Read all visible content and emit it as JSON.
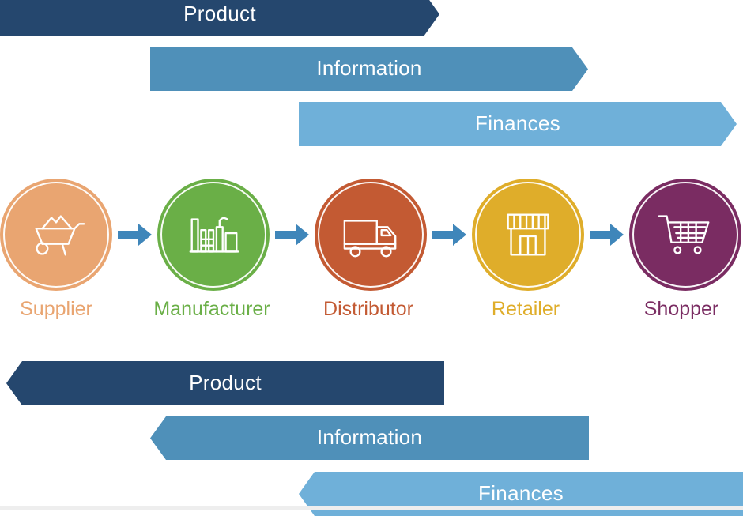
{
  "top_bands": [
    {
      "label": "Product",
      "color": "#25476e"
    },
    {
      "label": "Information",
      "color": "#4f90b9"
    },
    {
      "label": "Finances",
      "color": "#6fb0d9"
    }
  ],
  "stages": [
    {
      "label": "Supplier",
      "color": "#e9a571",
      "icon": "wheelbarrow-icon"
    },
    {
      "label": "Manufacturer",
      "color": "#6aaf47",
      "icon": "factory-icon"
    },
    {
      "label": "Distributor",
      "color": "#c35a33",
      "icon": "truck-icon"
    },
    {
      "label": "Retailer",
      "color": "#dfad2a",
      "icon": "storefront-icon"
    },
    {
      "label": "Shopper",
      "color": "#7a2c62",
      "icon": "shopping-cart-icon"
    }
  ],
  "bottom_bands": [
    {
      "label": "Product",
      "color": "#25476e"
    },
    {
      "label": "Information",
      "color": "#4f90b9"
    },
    {
      "label": "Finances",
      "color": "#6fb0d9"
    }
  ],
  "arrow_color": "#3f86ba"
}
